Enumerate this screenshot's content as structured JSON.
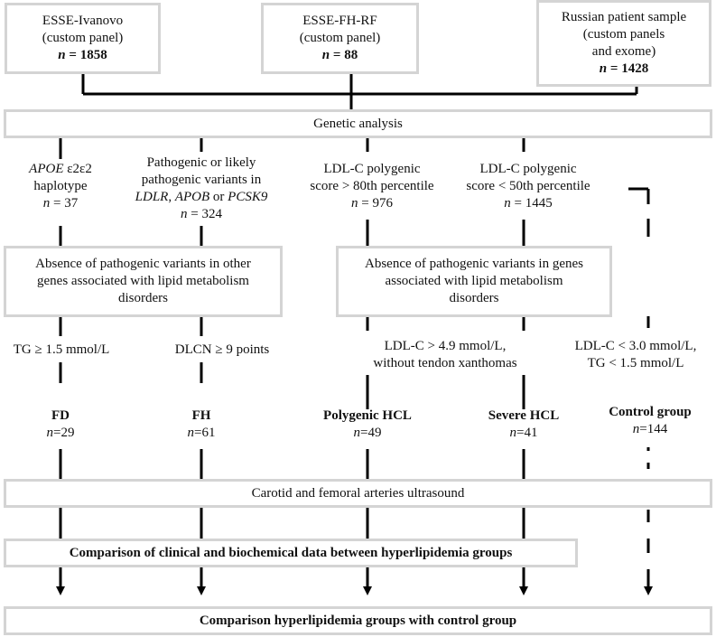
{
  "sources": [
    {
      "name": "ESSE-Ivanovo",
      "desc": "(custom panel)",
      "n_label": "n",
      "n_value": "= 1858"
    },
    {
      "name": "ESSE-FH-RF",
      "desc": "(custom panel)",
      "n_label": "n",
      "n_value": "= 88"
    },
    {
      "name": "Russian patient sample",
      "desc1": "(custom panels",
      "desc2": "and exome)",
      "n_label": "n",
      "n_value": "= 1428"
    }
  ],
  "genetic_analysis": "Genetic analysis",
  "criteria": {
    "apoe": {
      "gene": "APOE",
      "allele": " ε2ε2",
      "line2": "haplotype",
      "n_label": "n",
      "n_value": " = 37"
    },
    "pathogenic": {
      "line1": "Pathogenic or likely",
      "line2": "pathogenic variants in",
      "gene1": "LDLR",
      "sep1": ", ",
      "gene2": "APOB",
      "sep2": " or ",
      "gene3": "PCSK9",
      "n_label": "n",
      "n_value": " = 324"
    },
    "poly_high": {
      "line1": "LDL-C polygenic",
      "line2": "score > 80th percentile",
      "n_label": "n",
      "n_value": " = 976"
    },
    "poly_low": {
      "line1": "LDL-C polygenic",
      "line2": "score < 50th percentile",
      "n_label": "n",
      "n_value": " = 1445"
    }
  },
  "absence_left": {
    "line1": "Absence of pathogenic variants in other",
    "line2": "genes associated with lipid metabolism",
    "line3": "disorders"
  },
  "absence_right": {
    "line1": "Absence of pathogenic variants in genes",
    "line2": "associated with lipid metabolism",
    "line3": "disorders"
  },
  "conditions": {
    "fd": "TG ≥ 1.5 mmol/L",
    "fh": "DLCN ≥ 9 points",
    "poly_line1": "LDL-C > 4.9 mmol/L,",
    "poly_line2": "without tendon xanthomas",
    "control_line1": "LDL-C < 3.0 mmol/L,",
    "control_line2": "TG < 1.5 mmol/L"
  },
  "groups": [
    {
      "name": "FD",
      "n_label": "n",
      "n_value": "=29"
    },
    {
      "name": "FH",
      "n_label": "n",
      "n_value": "=61"
    },
    {
      "name": "Polygenic HCL",
      "n_label": "n",
      "n_value": "=49"
    },
    {
      "name": "Severe HCL",
      "n_label": "n",
      "n_value": "=41"
    },
    {
      "name": "Control group",
      "n_label": "n",
      "n_value": "=144"
    }
  ],
  "ultrasound": "Carotid and femoral arteries ultrasound",
  "comparison_groups": "Comparison of clinical and biochemical data between hyperlipidemia groups",
  "comparison_control": "Comparison hyperlipidemia groups with control group",
  "colors": {
    "box_border": "#d4d4d4",
    "line": "#000000"
  }
}
